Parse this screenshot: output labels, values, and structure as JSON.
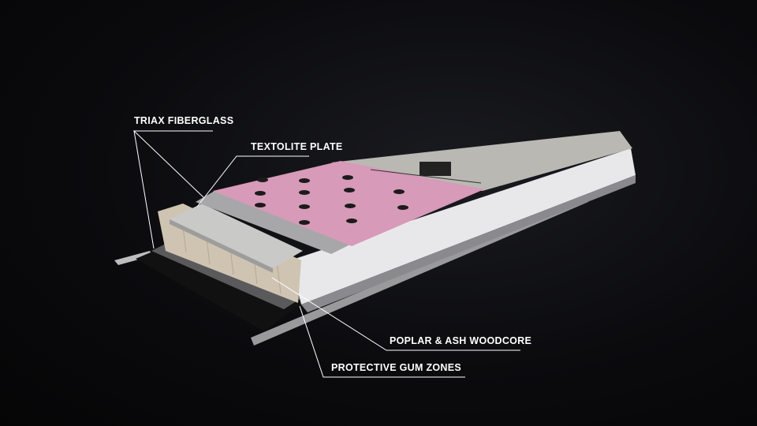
{
  "labels": {
    "triax_fiberglass": "TRIAX FIBERGLASS",
    "textolite_plate": "TEXTOLITE PLATE",
    "woodcore": "POPLAR & ASH WOODCORE",
    "gum_zones": "PROTECTIVE GUM ZONES"
  },
  "colors": {
    "topsheet": "#b9b8b3",
    "pink_layer": "#d79ab8",
    "sidewall": "#e8e8ea",
    "woodcore": "#cfc4b2",
    "base": "#111111"
  }
}
